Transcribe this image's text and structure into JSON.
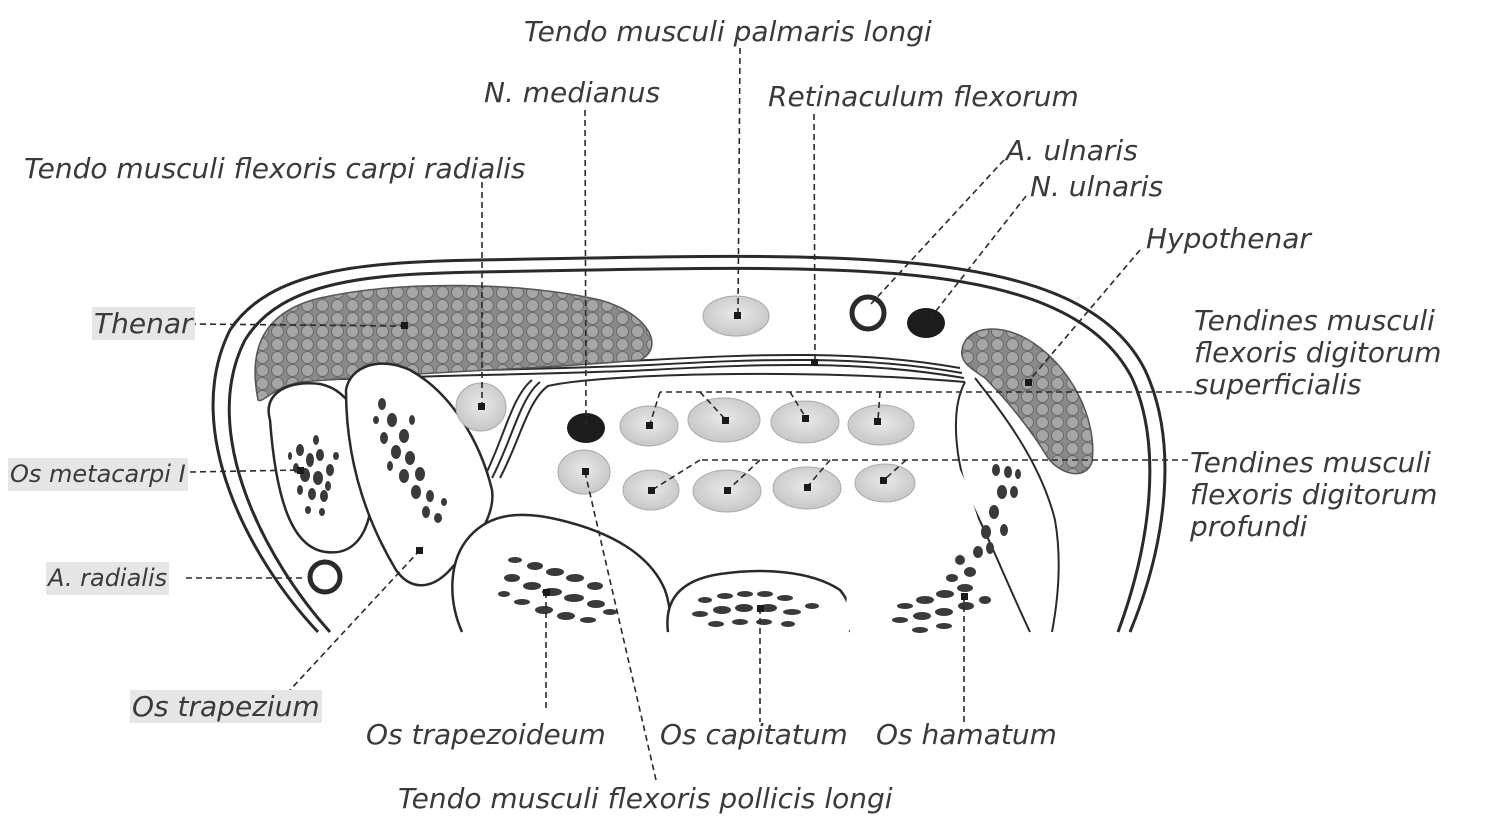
{
  "labels": {
    "palmaris_longus": "Tendo musculi palmaris longi",
    "n_medianus": "N. medianus",
    "retinaculum": "Retinaculum flexorum",
    "a_ulnaris": "A. ulnaris",
    "n_ulnaris": "N. ulnaris",
    "fcr": "Tendo musculi flexoris carpi radialis",
    "hypothenar": "Hypothenar",
    "thenar": "Thenar",
    "fds_1": "Tendines musculi",
    "fds_2": "flexoris digitorum",
    "fds_3": "superficialis",
    "metacarpi": "Os metacarpi I",
    "fdp_1": "Tendines musculi",
    "fdp_2": "flexoris digitorum",
    "fdp_3": "profundi",
    "a_radialis": "A. radialis",
    "trapezium": "Os trapezium",
    "trapezoideum": "Os trapezoideum",
    "capitatum": "Os capitatum",
    "hamatum": "Os hamatum",
    "fpl": "Tendo musculi flexoris pollicis longi"
  },
  "colors": {
    "line": "#2a2a2a",
    "tendon_fill": "#d9d9d9",
    "muscle_fill": "#8f8f8f",
    "nerve_fill": "#1c1c1c",
    "bone_dots": "#3a3a3a"
  }
}
